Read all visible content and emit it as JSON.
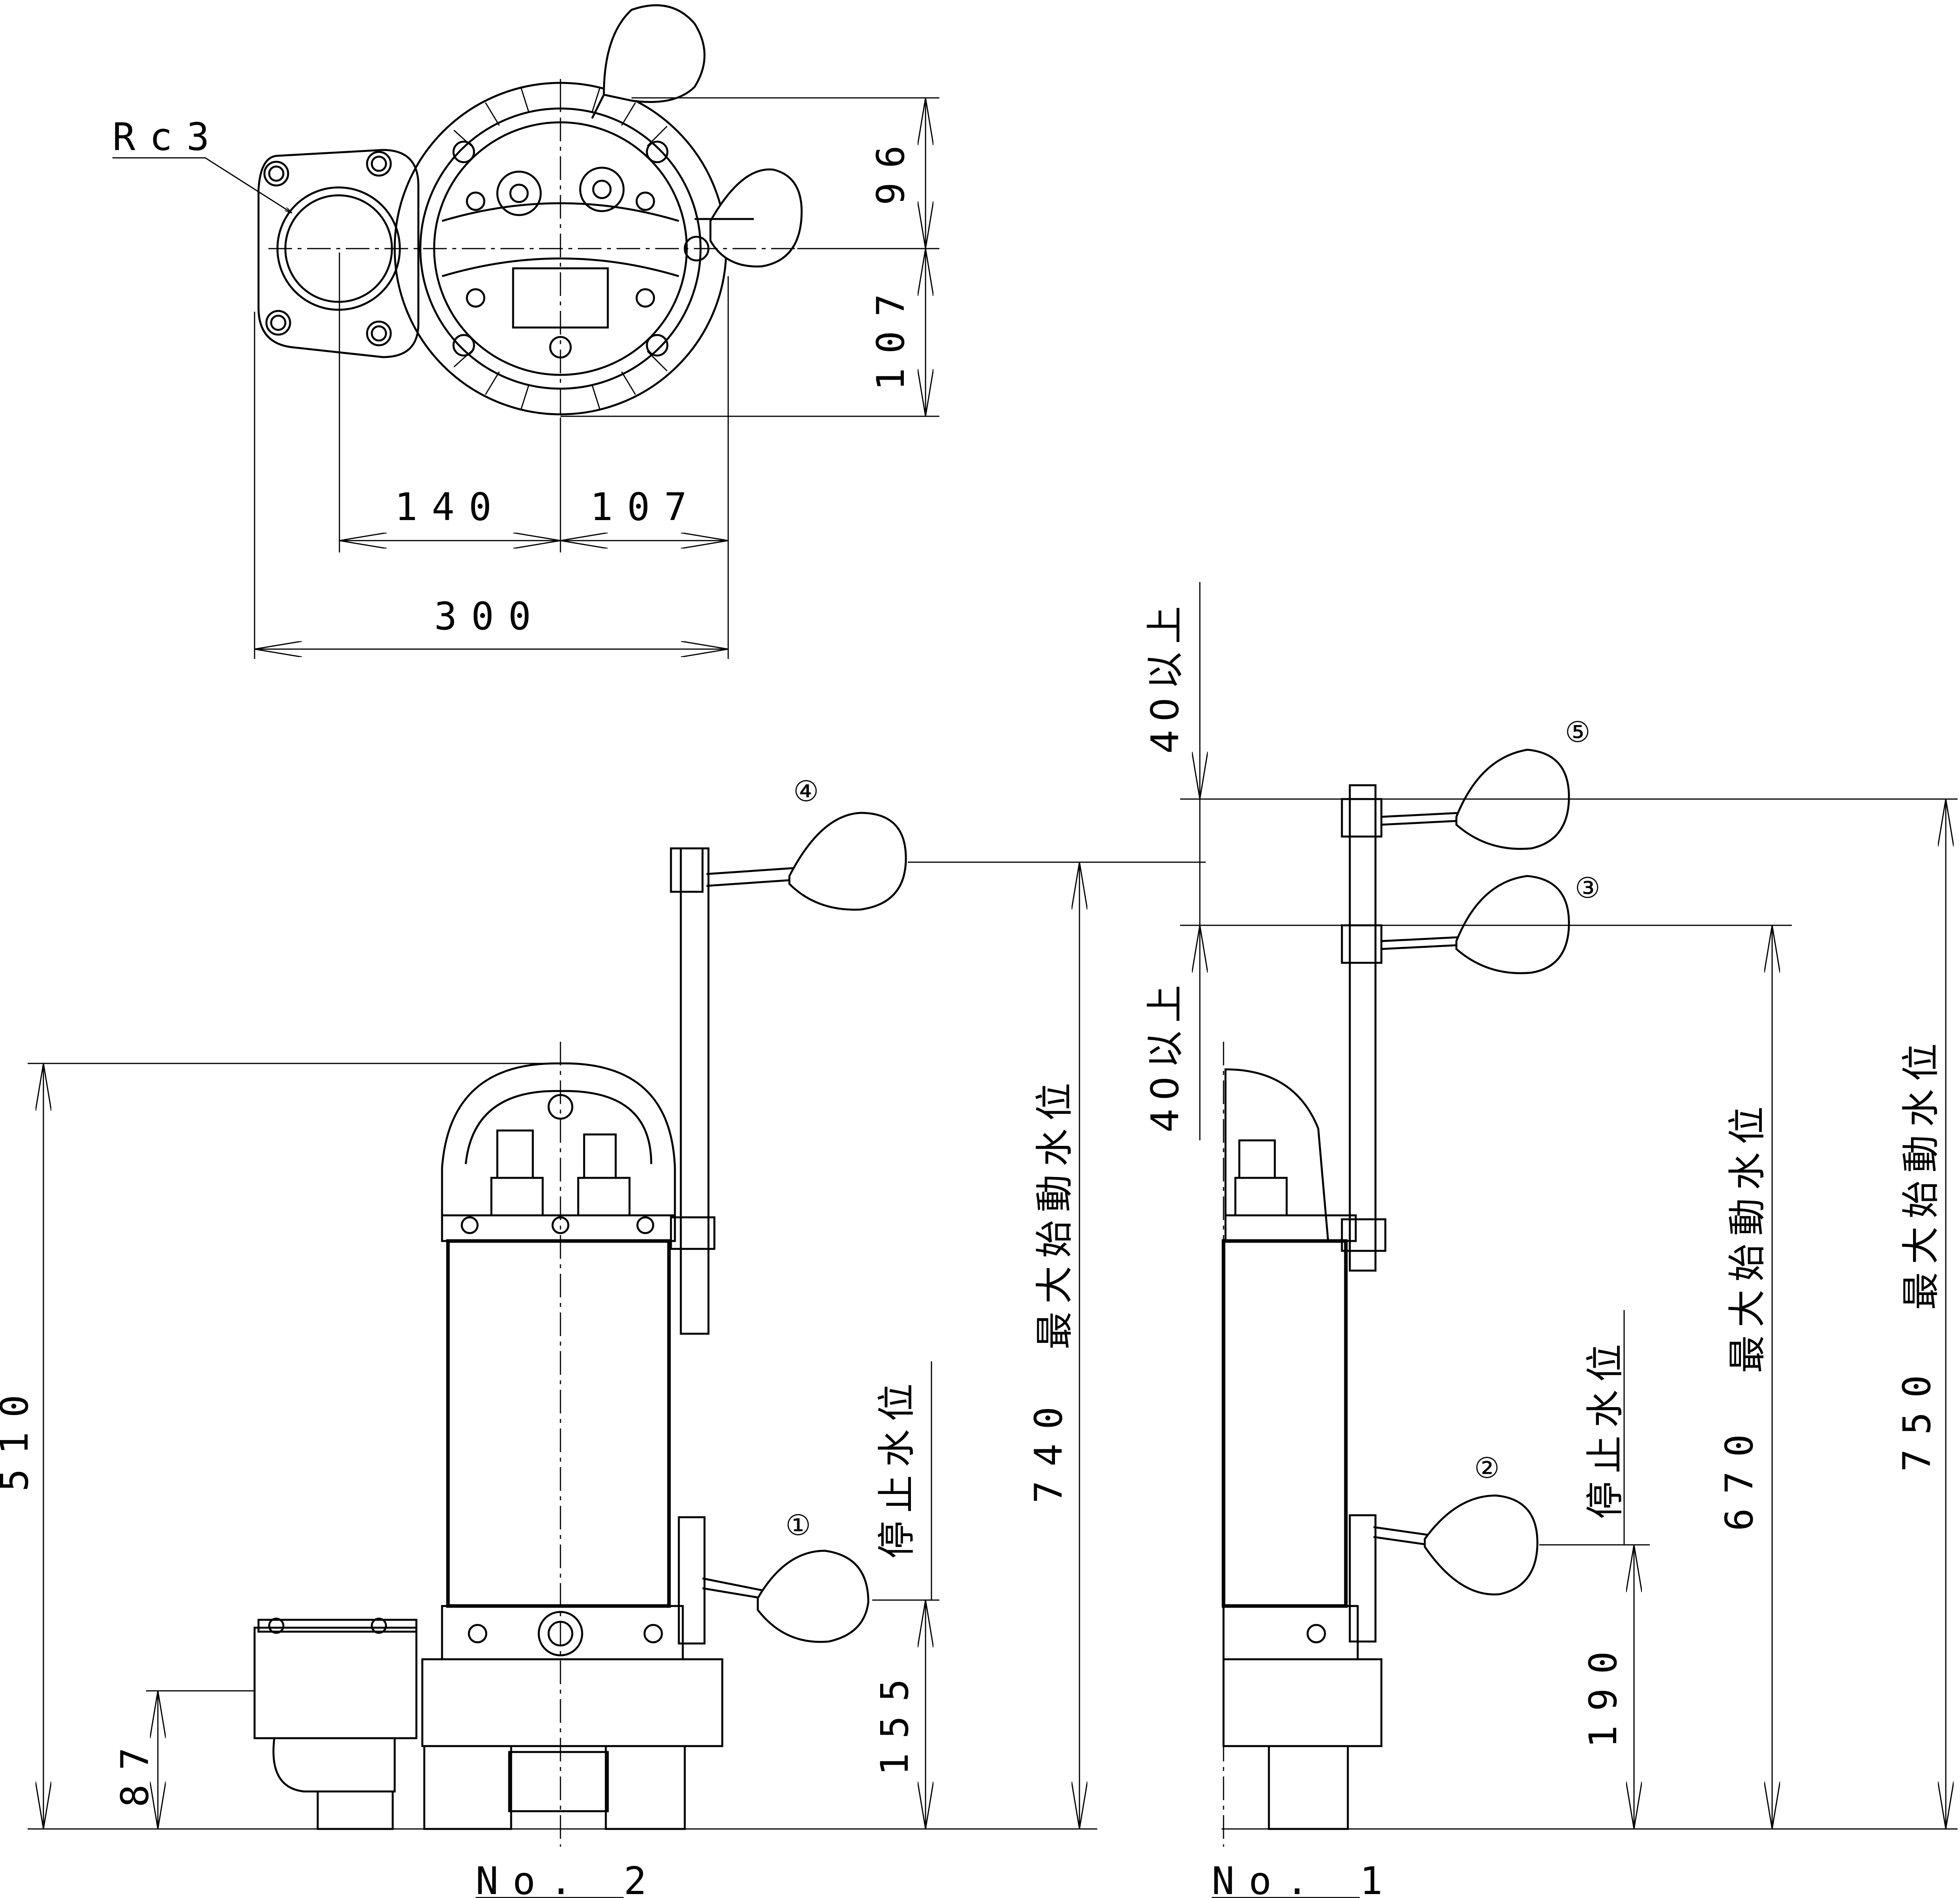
{
  "drawing": {
    "top_view": {
      "outlet_label": "Rc3",
      "dims": {
        "d140": "140",
        "d107h": "107",
        "d300": "300",
        "d96": "96",
        "d107v": "107"
      }
    },
    "pump_no2": {
      "label": "No. 2",
      "dims": {
        "d510": "510",
        "d87": "87",
        "d155": "155",
        "d740": "740"
      },
      "stop_level": "停止水位",
      "max_start_level": "最大始動水位",
      "markers": {
        "m1": "①",
        "m4": "④"
      }
    },
    "pump_no1": {
      "label": "No. 1",
      "dims": {
        "d190": "190",
        "d670": "670",
        "d750": "750",
        "clear_top": "40以上",
        "clear_bottom": "40以上"
      },
      "stop_level": "停止水位",
      "max_start_level_a": "最大始動水位",
      "max_start_level_b": "最大始動水位",
      "markers": {
        "m2": "②",
        "m3": "③",
        "m5": "⑤"
      }
    }
  }
}
